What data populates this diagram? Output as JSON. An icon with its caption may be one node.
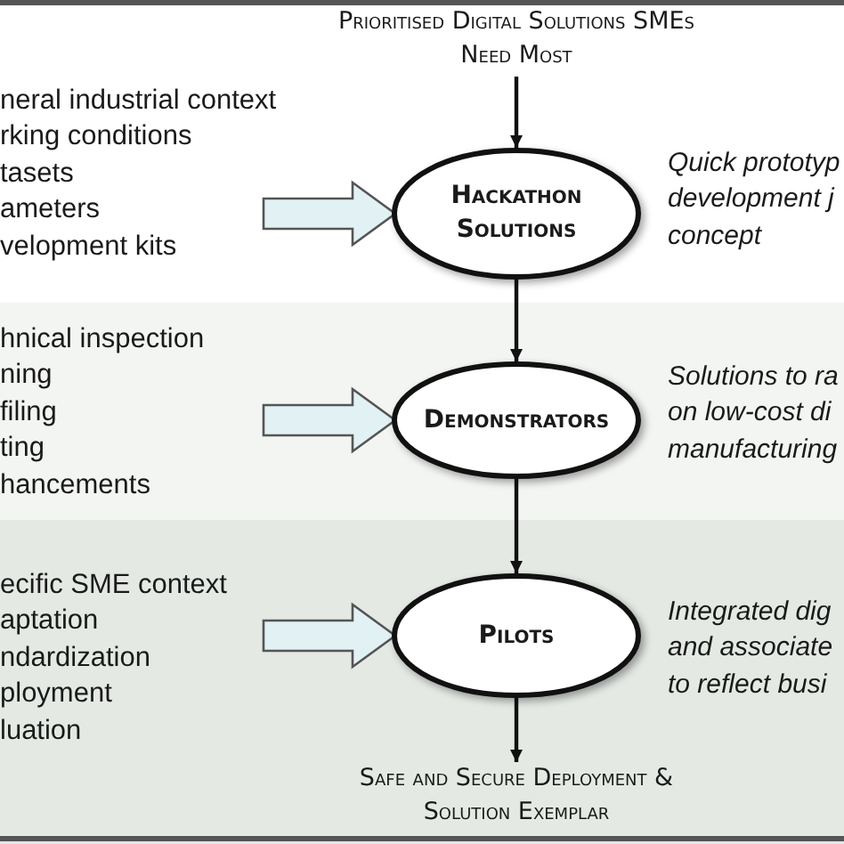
{
  "diagram": {
    "nodes": [
      {
        "text": [
          "Prioritised Digital Solutions SMEs Need Most"
        ]
      },
      {
        "text": [
          "neral industrial context",
          "rking conditions",
          "tasets",
          "ameters",
          "velopment kits"
        ]
      },
      {
        "text": [
          "Hackathon Solutions"
        ],
        "beside": [
          "Quick prototyp development j concept"
        ]
      },
      {
        "text": [
          "hnical inspection",
          "ning",
          "filing",
          "ting",
          "hancements"
        ]
      },
      {
        "text": [
          "Demonstrators"
        ],
        "beside": [
          "Solutions to ra on low-cost di manufacturing"
        ]
      },
      {
        "text": [
          "ecific SME context",
          "aptation",
          "ndardization",
          "ployment",
          "luation"
        ]
      },
      {
        "text": [
          "Pilots"
        ],
        "beside": [
          "Integrated dig and associate to reflect busi"
        ]
      },
      {
        "text": [
          "Safe and Secure Deployment & Solution Exemplar"
        ]
      }
    ],
    "edges": [
      {
        "from": 0,
        "to": 2,
        "arrow": "to"
      },
      {
        "from": 1,
        "to": 2,
        "arrow": "to",
        "style": "thick"
      },
      {
        "from": 2,
        "to": 4,
        "arrow": "to"
      },
      {
        "from": 3,
        "to": 4,
        "arrow": "to",
        "style": "thick"
      },
      {
        "from": 4,
        "to": 6,
        "arrow": "to"
      },
      {
        "from": 5,
        "to": 6,
        "arrow": "to",
        "style": "thick"
      },
      {
        "from": 6,
        "to": 7,
        "arrow": "to"
      }
    ]
  }
}
